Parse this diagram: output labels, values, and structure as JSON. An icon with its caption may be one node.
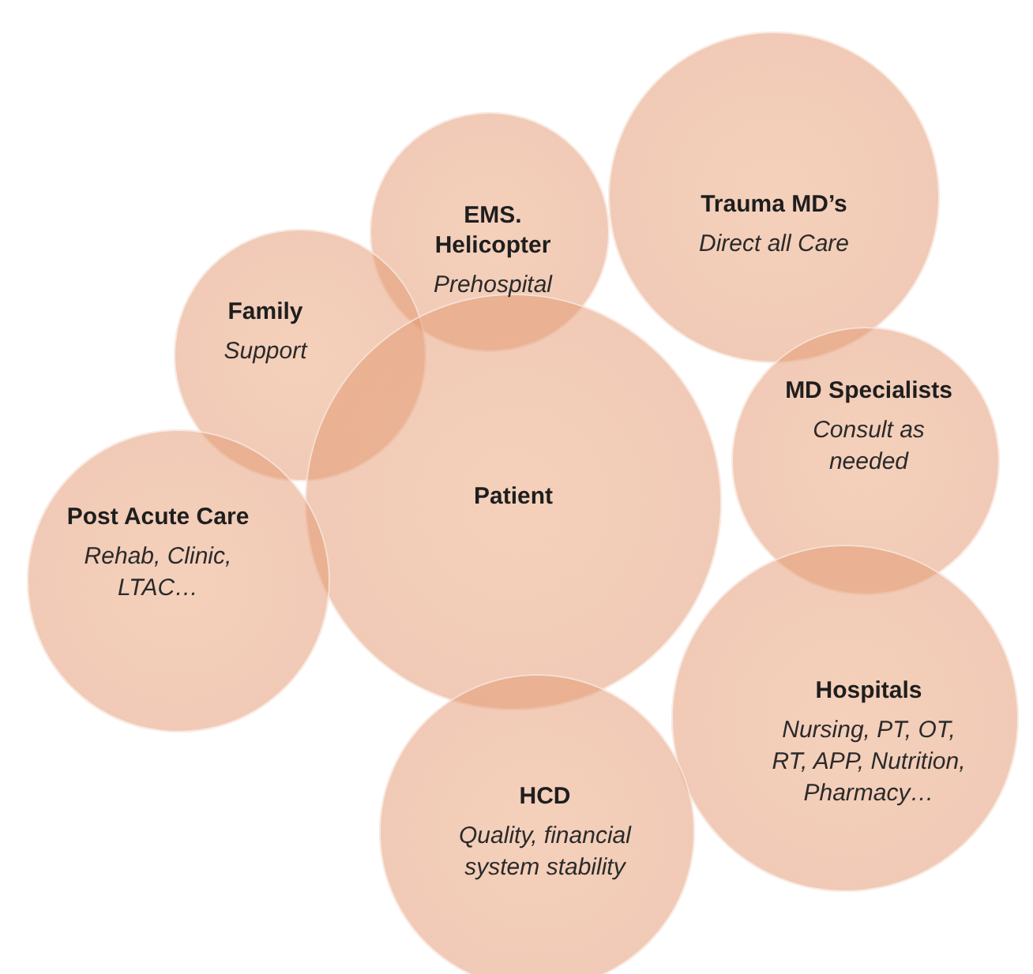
{
  "diagram": {
    "nodes": [
      {
        "text": [
          "EMS. Helicopter",
          "Prehospital"
        ]
      },
      {
        "text": [
          "Trauma MD’s",
          "Direct all Care"
        ]
      },
      {
        "text": [
          "Family",
          "Support"
        ]
      },
      {
        "text": [
          "MD Specialists",
          "Consult as needed"
        ]
      },
      {
        "text": [
          "Patient"
        ]
      },
      {
        "text": [
          "Post Acute Care",
          "Rehab, Clinic, LTAC…"
        ]
      },
      {
        "text": [
          "Hospitals",
          "Nursing, PT, OT, RT, APP, Nutrition, Pharmacy…"
        ]
      },
      {
        "text": [
          "HCD",
          "Quality, financial system stability"
        ]
      }
    ]
  }
}
